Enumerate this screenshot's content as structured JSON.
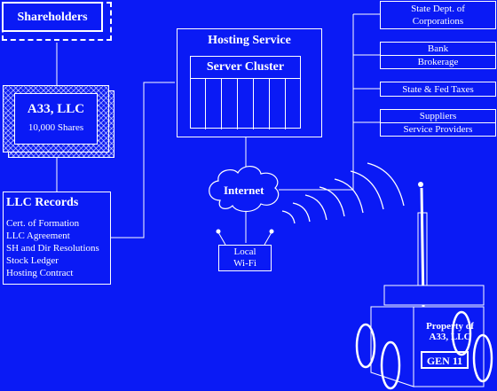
{
  "shareholders": {
    "label": "Shareholders"
  },
  "company": {
    "name": "A33, LLC",
    "shares": "10,000 Shares"
  },
  "records": {
    "title": "LLC Records",
    "items": [
      "Cert. of Formation",
      "LLC Agreement",
      "SH and Dir Resolutions",
      "Stock Ledger",
      "Hosting Contract"
    ]
  },
  "hosting": {
    "title": "Hosting Service",
    "cluster": "Server Cluster"
  },
  "internet": {
    "label": "Internet"
  },
  "wifi": {
    "line1": "Local",
    "line2": "Wi-Fi"
  },
  "right": {
    "corp": {
      "line1": "State Dept. of",
      "line2": "Corporations"
    },
    "bank": "Bank",
    "brokerage": "Brokerage",
    "taxes": "State & Fed Taxes",
    "suppliers": "Suppliers",
    "service": "Service Providers"
  },
  "vehicle": {
    "line1": "Property of",
    "line2": "A33, LLC",
    "model": "GEN 11"
  }
}
